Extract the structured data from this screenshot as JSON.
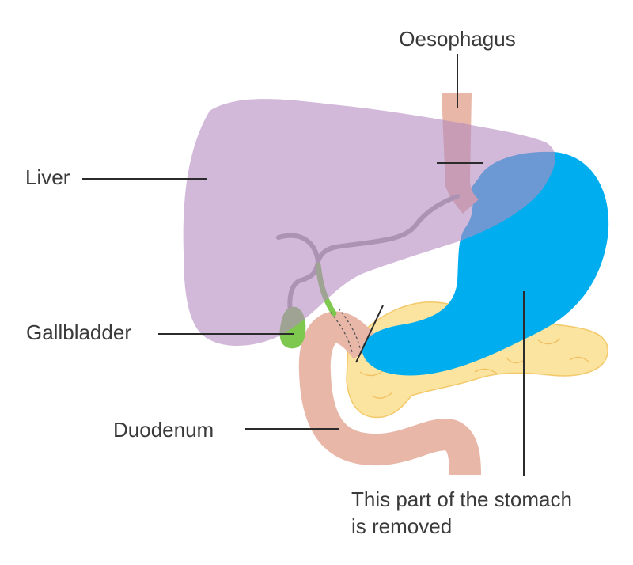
{
  "labels": {
    "oesophagus": "Oesophagus",
    "liver": "Liver",
    "gallbladder": "Gallbladder",
    "duodenum": "Duodenum",
    "removed_line1": "This part of the stomach",
    "removed_line2": "is removed"
  },
  "colors": {
    "liver": "#c9a8d0",
    "stomach": "#00aeef",
    "oesophagus": "#e8b7a8",
    "duodenum": "#e8b7a8",
    "pancreas": "#fbe3a0",
    "gallbladder": "#7ec850",
    "bile_duct": "#a0a0a0",
    "text": "#3a3a3a"
  }
}
